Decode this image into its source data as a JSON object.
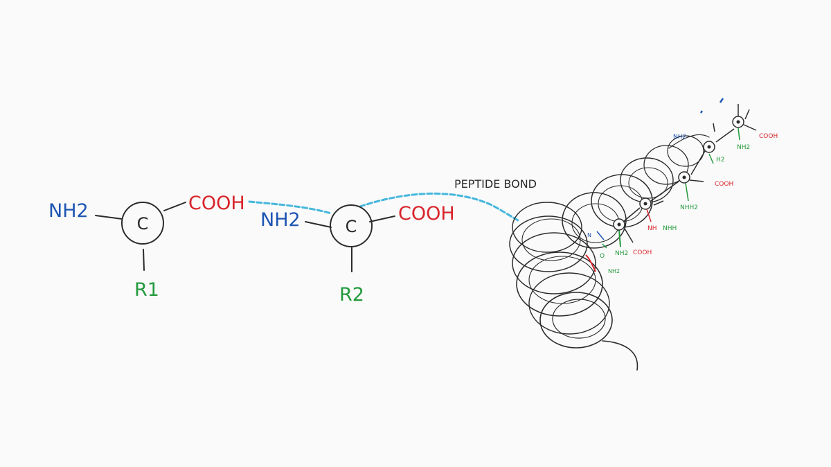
{
  "colors": {
    "amine": "#1e55b4",
    "carboxyl": "#d8242a",
    "side_chain": "#239a3c",
    "bond": "#46b7dc",
    "ink": "#2b2b2b",
    "background": "#fafafa"
  },
  "amino_acid_1": {
    "amine": "NH2",
    "alpha_carbon": "C",
    "carboxyl": "COOH",
    "side_chain": "R1"
  },
  "amino_acid_2": {
    "amine": "NH2",
    "alpha_carbon": "C",
    "carboxyl": "COOH",
    "side_chain": "R2"
  },
  "bond_label": "PEPTIDE BOND",
  "helix_labels": {
    "l1": "NH2",
    "l2": "COOH",
    "l3": "NH2",
    "l4": "H2",
    "l5": "COOH",
    "l6": "NHH2",
    "l7": "NH",
    "l8": "NHH",
    "l9": "NH2",
    "l10": "COOH",
    "l11": "N",
    "l12": "O",
    "l13": "NH2"
  }
}
